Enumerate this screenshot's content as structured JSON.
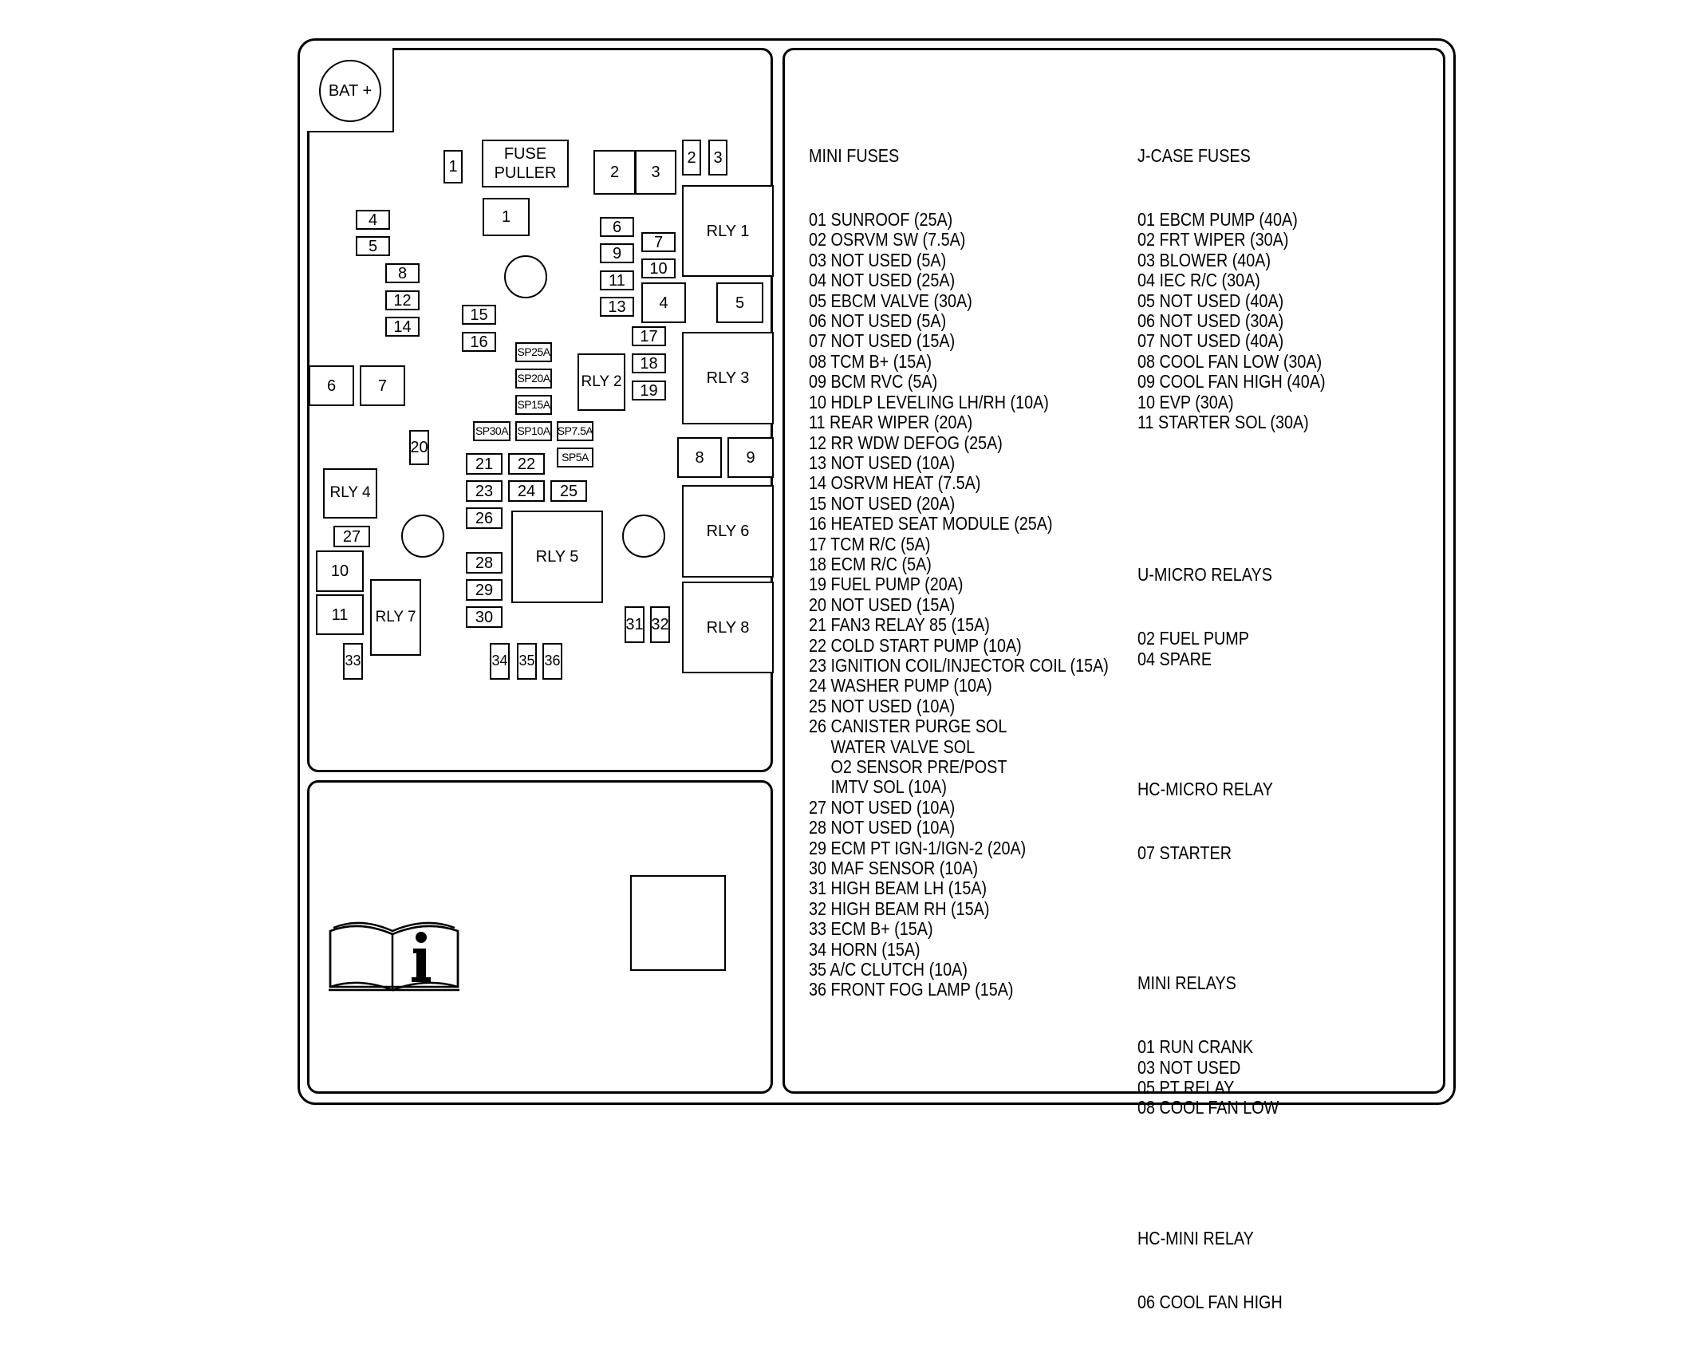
{
  "components": [
    {
      "id": "bat",
      "label": "BAT +"
    },
    {
      "id": "fuse-puller",
      "label": "FUSE\nPULLER"
    },
    {
      "id": "j1",
      "label": "1"
    },
    {
      "id": "m1",
      "label": "1"
    },
    {
      "id": "j2",
      "label": "2"
    },
    {
      "id": "j3",
      "label": "3"
    },
    {
      "id": "m2",
      "label": "2"
    },
    {
      "id": "m3",
      "label": "3"
    },
    {
      "id": "m4",
      "label": "4"
    },
    {
      "id": "m5",
      "label": "5"
    },
    {
      "id": "m6",
      "label": "6"
    },
    {
      "id": "m7",
      "label": "7"
    },
    {
      "id": "m8",
      "label": "8"
    },
    {
      "id": "m9",
      "label": "9"
    },
    {
      "id": "m10",
      "label": "10"
    },
    {
      "id": "m11",
      "label": "11"
    },
    {
      "id": "m12",
      "label": "12"
    },
    {
      "id": "m13",
      "label": "13"
    },
    {
      "id": "m14",
      "label": "14"
    },
    {
      "id": "m15",
      "label": "15"
    },
    {
      "id": "m16",
      "label": "16"
    },
    {
      "id": "m17",
      "label": "17"
    },
    {
      "id": "m18",
      "label": "18"
    },
    {
      "id": "m19",
      "label": "19"
    },
    {
      "id": "m20",
      "label": "20"
    },
    {
      "id": "m21",
      "label": "21"
    },
    {
      "id": "m22",
      "label": "22"
    },
    {
      "id": "m23",
      "label": "23"
    },
    {
      "id": "m24",
      "label": "24"
    },
    {
      "id": "m25",
      "label": "25"
    },
    {
      "id": "m26",
      "label": "26"
    },
    {
      "id": "m27",
      "label": "27"
    },
    {
      "id": "m28",
      "label": "28"
    },
    {
      "id": "m29",
      "label": "29"
    },
    {
      "id": "m30",
      "label": "30"
    },
    {
      "id": "m31",
      "label": "31"
    },
    {
      "id": "m32",
      "label": "32"
    },
    {
      "id": "m33",
      "label": "33"
    },
    {
      "id": "m34",
      "label": "34"
    },
    {
      "id": "m35",
      "label": "35"
    },
    {
      "id": "m36",
      "label": "36"
    },
    {
      "id": "jr4",
      "label": "4"
    },
    {
      "id": "jr5",
      "label": "5"
    },
    {
      "id": "jr6",
      "label": "6"
    },
    {
      "id": "jr7",
      "label": "7"
    },
    {
      "id": "jr8",
      "label": "8"
    },
    {
      "id": "jr9",
      "label": "9"
    },
    {
      "id": "jr10",
      "label": "10"
    },
    {
      "id": "jr11",
      "label": "11"
    },
    {
      "id": "rly1",
      "label": "RLY 1"
    },
    {
      "id": "rly2",
      "label": "RLY 2"
    },
    {
      "id": "rly3",
      "label": "RLY 3"
    },
    {
      "id": "rly4",
      "label": "RLY 4"
    },
    {
      "id": "rly5",
      "label": "RLY 5"
    },
    {
      "id": "rly6",
      "label": "RLY 6"
    },
    {
      "id": "rly7",
      "label": "RLY 7"
    },
    {
      "id": "rly8",
      "label": "RLY 8"
    },
    {
      "id": "sp25a",
      "label": "SP25A"
    },
    {
      "id": "sp20a",
      "label": "SP20A"
    },
    {
      "id": "sp15a",
      "label": "SP15A"
    },
    {
      "id": "sp30a",
      "label": "SP30A"
    },
    {
      "id": "sp10a",
      "label": "SP10A"
    },
    {
      "id": "sp75a",
      "label": "SP7.5A"
    },
    {
      "id": "sp5a",
      "label": "SP5A"
    }
  ],
  "legend": {
    "mini_fuses": {
      "heading": "MINI FUSES",
      "entries": [
        "01 SUNROOF (25A)",
        "02 OSRVM SW (7.5A)",
        "03 NOT USED (5A)",
        "04 NOT USED (25A)",
        "05 EBCM VALVE (30A)",
        "06 NOT USED (5A)",
        "07 NOT USED (15A)",
        "08 TCM B+ (15A)",
        "09 BCM RVC (5A)",
        "10 HDLP LEVELING LH/RH (10A)",
        "11 REAR WIPER (20A)",
        "12 RR WDW DEFOG (25A)",
        "13 NOT USED (10A)",
        "14 OSRVM HEAT (7.5A)",
        "15 NOT USED (20A)",
        "16 HEATED SEAT MODULE (25A)",
        "17 TCM R/C (5A)",
        "18 ECM R/C (5A)",
        "19 FUEL PUMP (20A)",
        "20 NOT USED (15A)",
        "21 FAN3 RELAY 85 (15A)",
        "22 COLD START PUMP (10A)",
        "23 IGNITION COIL/INJECTOR COIL (15A)",
        "24 WASHER PUMP (10A)",
        "25 NOT USED (10A)",
        "26 CANISTER PURGE SOL",
        "     WATER VALVE SOL",
        "     O2 SENSOR PRE/POST",
        "     IMTV SOL (10A)",
        "27 NOT USED (10A)",
        "28 NOT USED (10A)",
        "29 ECM PT IGN-1/IGN-2 (20A)",
        "30 MAF SENSOR (10A)",
        "31 HIGH BEAM LH (15A)",
        "32 HIGH BEAM RH (15A)",
        "33 ECM B+ (15A)",
        "34 HORN (15A)",
        "35 A/C CLUTCH (10A)",
        "36 FRONT FOG LAMP (15A)"
      ]
    },
    "j_case_fuses": {
      "heading": "J-CASE FUSES",
      "entries": [
        "01 EBCM PUMP (40A)",
        "02 FRT WIPER (30A)",
        "03 BLOWER (40A)",
        "04 IEC R/C (30A)",
        "05 NOT USED (40A)",
        "06 NOT USED (30A)",
        "07 NOT USED (40A)",
        "08 COOL FAN LOW (30A)",
        "09 COOL FAN HIGH (40A)",
        "10 EVP (30A)",
        "11 STARTER SOL (30A)"
      ]
    },
    "u_micro_relays": {
      "heading": "U-MICRO RELAYS",
      "entries": [
        "02 FUEL PUMP",
        "04 SPARE"
      ]
    },
    "hc_micro_relay": {
      "heading": "HC-MICRO RELAY",
      "entries": [
        "07 STARTER"
      ]
    },
    "mini_relays": {
      "heading": "MINI RELAYS",
      "entries": [
        "01 RUN CRANK",
        "03 NOT USED",
        "05 PT RELAY",
        "08 COOL FAN LOW"
      ]
    },
    "hc_mini_relay": {
      "heading": "HC-MINI RELAY",
      "entries": [
        "06 COOL FAN HIGH"
      ]
    }
  },
  "icons": {
    "manual": "info-book-icon"
  }
}
